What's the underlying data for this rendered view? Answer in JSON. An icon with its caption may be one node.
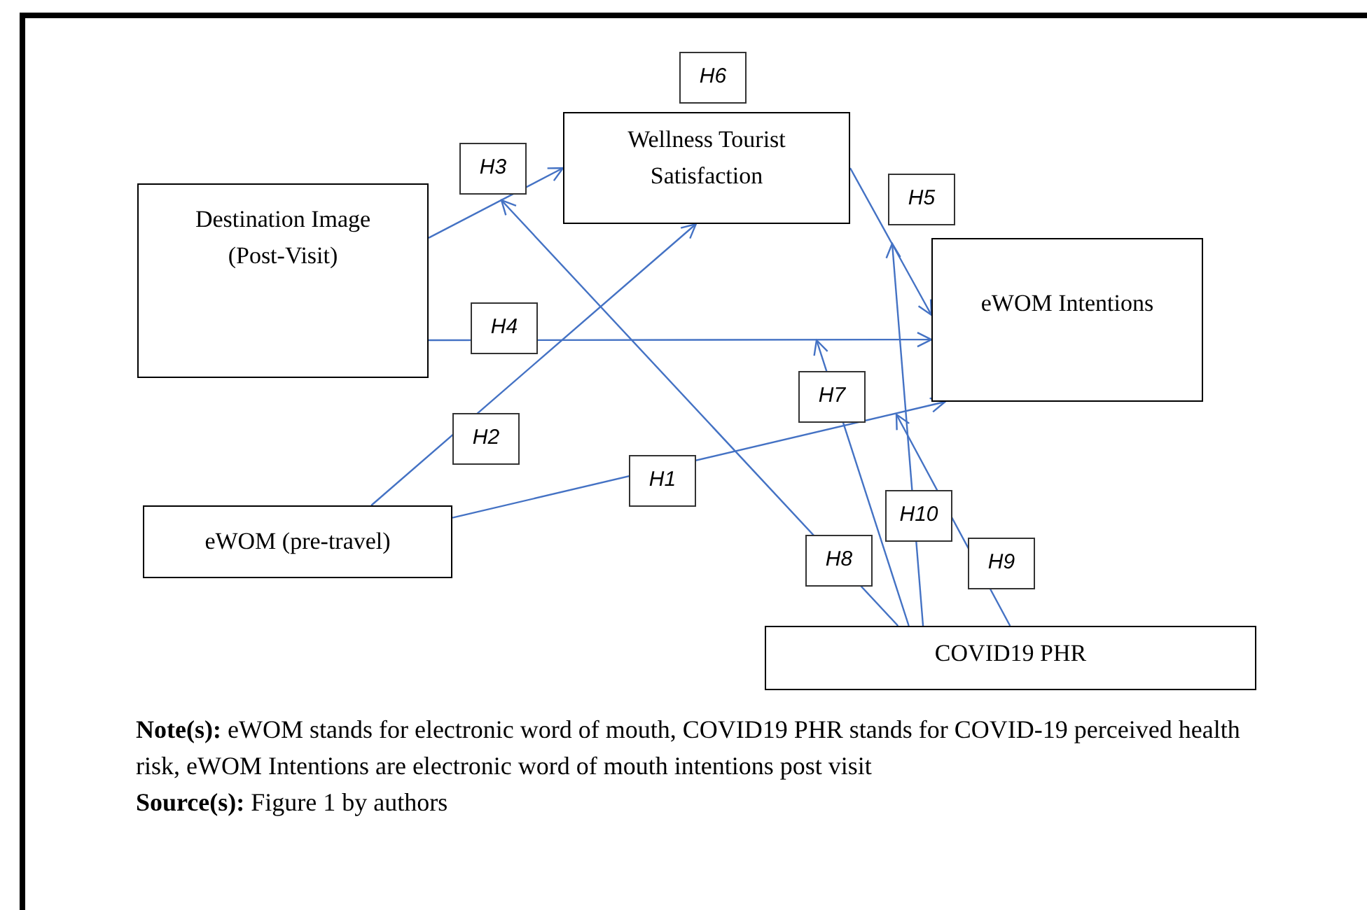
{
  "diagram": {
    "nodes": [
      {
        "text": [
          "Destination Image (Post-Visit)"
        ]
      },
      {
        "text": [
          "Wellness Tourist Satisfaction"
        ]
      },
      {
        "text": [
          "eWOM Intentions"
        ]
      },
      {
        "text": [
          "eWOM (pre-travel)"
        ]
      },
      {
        "text": [
          "COVID19 PHR"
        ]
      }
    ],
    "edges": [
      {
        "from": 0,
        "to": 1,
        "arrow": "to",
        "label": "H3"
      },
      {
        "from": 0,
        "to": 2,
        "arrow": "to",
        "label": "H4"
      },
      {
        "from": 1,
        "to": 2,
        "arrow": "to",
        "label": "H5"
      },
      {
        "from": 3,
        "to": 1,
        "arrow": "to",
        "label": "H2"
      },
      {
        "from": 3,
        "to": 2,
        "arrow": "to",
        "label": "H1"
      },
      {
        "from": 4,
        "to": null,
        "arrow": "to",
        "label": "H8"
      },
      {
        "from": 4,
        "to": null,
        "arrow": "to",
        "label": "H7"
      },
      {
        "from": 4,
        "to": null,
        "arrow": "to",
        "label": "H10"
      },
      {
        "from": 4,
        "to": null,
        "arrow": "to",
        "label": "H9"
      }
    ],
    "labels": [
      "H6",
      "**Note(s):** eWOM stands for electronic word of mouth, COVID19 PHR stands for COVID-19 perceived health risk, eWOM Intentions are electronic word of mouth intentions post visit",
      "**Source(s):** Figure 1 by authors"
    ]
  }
}
